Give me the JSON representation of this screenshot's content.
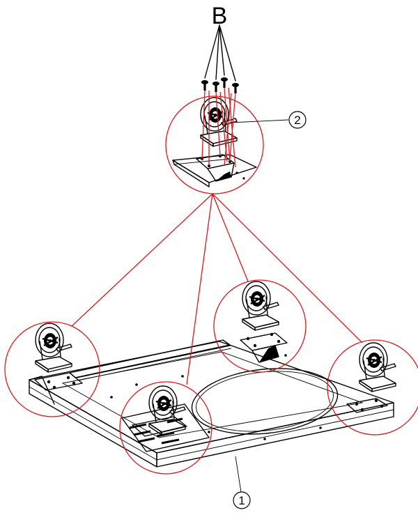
{
  "labels": {
    "hardware": "B",
    "part_base": "1",
    "part_caster": "2"
  },
  "colors": {
    "line": "#000000",
    "highlight": "#e01616",
    "background": "#ffffff"
  }
}
